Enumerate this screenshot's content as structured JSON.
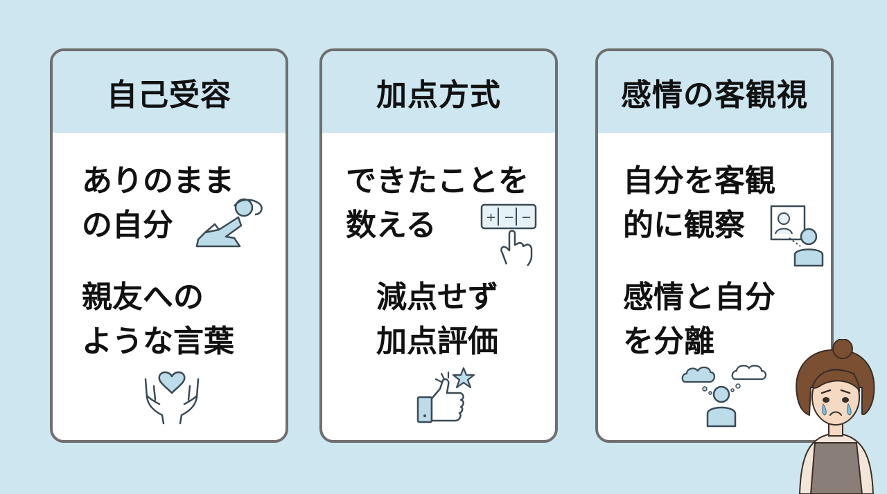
{
  "cards": [
    {
      "title": "自己受容",
      "items": [
        {
          "lines": [
            "ありのまま",
            "の自分"
          ],
          "icon": "person-lying-relaxed-icon"
        },
        {
          "lines": [
            "親友への",
            "ような言葉"
          ],
          "icon": "hands-holding-heart-icon"
        }
      ]
    },
    {
      "title": "加点方式",
      "items": [
        {
          "lines": [
            "できたことを",
            "数える"
          ],
          "icon": "calculator-tap-icon"
        },
        {
          "lines": [
            "減点せず",
            "加点評価"
          ],
          "icon": "thumbs-up-star-icon"
        }
      ]
    },
    {
      "title": "感情の客観視",
      "items": [
        {
          "lines": [
            "自分を客観",
            "的に観察"
          ],
          "icon": "mirror-self-icon"
        },
        {
          "lines": [
            "感情と自分",
            "を分離"
          ],
          "icon": "thought-bubbles-icon"
        }
      ]
    }
  ],
  "colors": {
    "background": "#cde6f0",
    "card_header": "#cde6f0",
    "card_border": "#6f6f6f",
    "icon_fill": "#bcdcea",
    "icon_stroke": "#3a4a55"
  },
  "illustration": "sad-woman-crying-icon"
}
